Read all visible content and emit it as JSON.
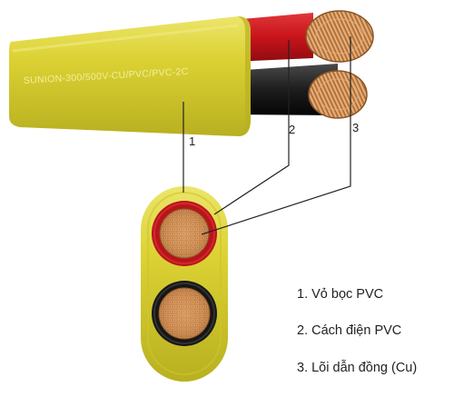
{
  "cable": {
    "print_text": "SUNION-300/500V-CU/PVC/PVC-2C",
    "colors": {
      "sheath": "#dcd234",
      "sheath_shadow": "#b8b020",
      "sheath_highlight": "#ece56a",
      "insulation_red": "#c8141b",
      "insulation_black": "#1d1d1d",
      "copper": "#c98850",
      "copper_dark": "#9a5f2e",
      "copper_light": "#e8b27a"
    }
  },
  "callouts": [
    {
      "number": "1"
    },
    {
      "number": "2"
    },
    {
      "number": "3"
    }
  ],
  "legend": [
    {
      "text": "1. Vỏ bọc PVC"
    },
    {
      "text": "2. Cách điện PVC"
    },
    {
      "text": "3. Lõi dẫn đồng (Cu)"
    }
  ]
}
